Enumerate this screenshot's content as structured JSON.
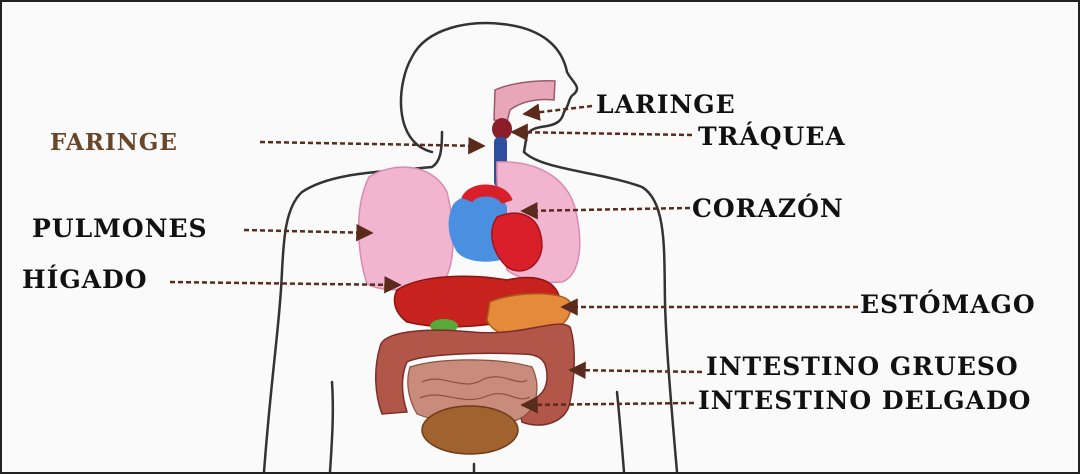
{
  "labels": {
    "laringe": "LARINGE",
    "faringe": "FARINGE",
    "traquea": "TRÁQUEA",
    "pulmones": "PULMONES",
    "corazon": "CORAZÓN",
    "higado": "HÍGADO",
    "estomago": "ESTÓMAGO",
    "intestino_grueso": "INTESTINO GRUESO",
    "intestino_delgado": "INTESTINO DELGADO"
  },
  "colors": {
    "label_text": "#111111",
    "faringe_text": "#6b4528",
    "leader_line": "#5a2a1a",
    "lungs": "#f2b5cf",
    "heart_red": "#d9202a",
    "heart_blue": "#4a8fe0",
    "liver": "#c8221e",
    "stomach": "#e58a3a",
    "large_intestine": "#b2564a",
    "small_intestine": "#c98c7c",
    "bladder": "#a0622e",
    "body_outline": "#333333"
  }
}
